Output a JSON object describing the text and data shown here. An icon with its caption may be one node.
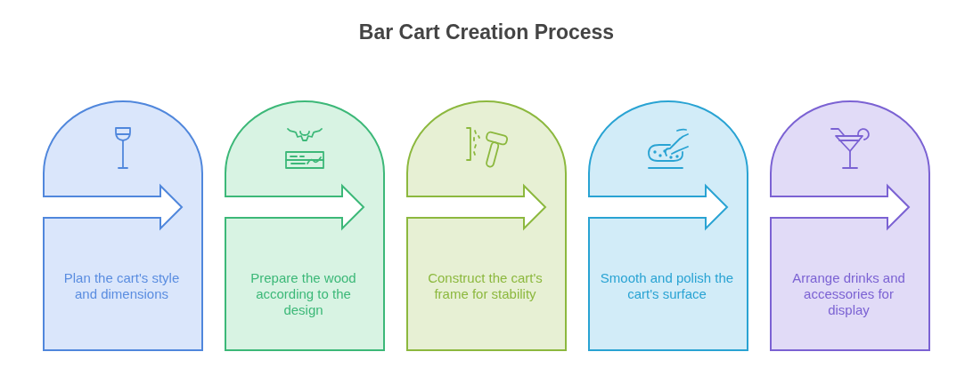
{
  "diagram": {
    "title": "Bar Cart Creation Process",
    "nodes": [
      {
        "text": [
          "Plan the cart's style and dimensions"
        ]
      },
      {
        "text": [
          "Prepare the wood according to the design"
        ]
      },
      {
        "text": [
          "Construct the cart's frame for stability"
        ]
      },
      {
        "text": [
          "Smooth and polish the cart's surface"
        ]
      },
      {
        "text": [
          "Arrange drinks and accessories for display"
        ]
      }
    ]
  }
}
